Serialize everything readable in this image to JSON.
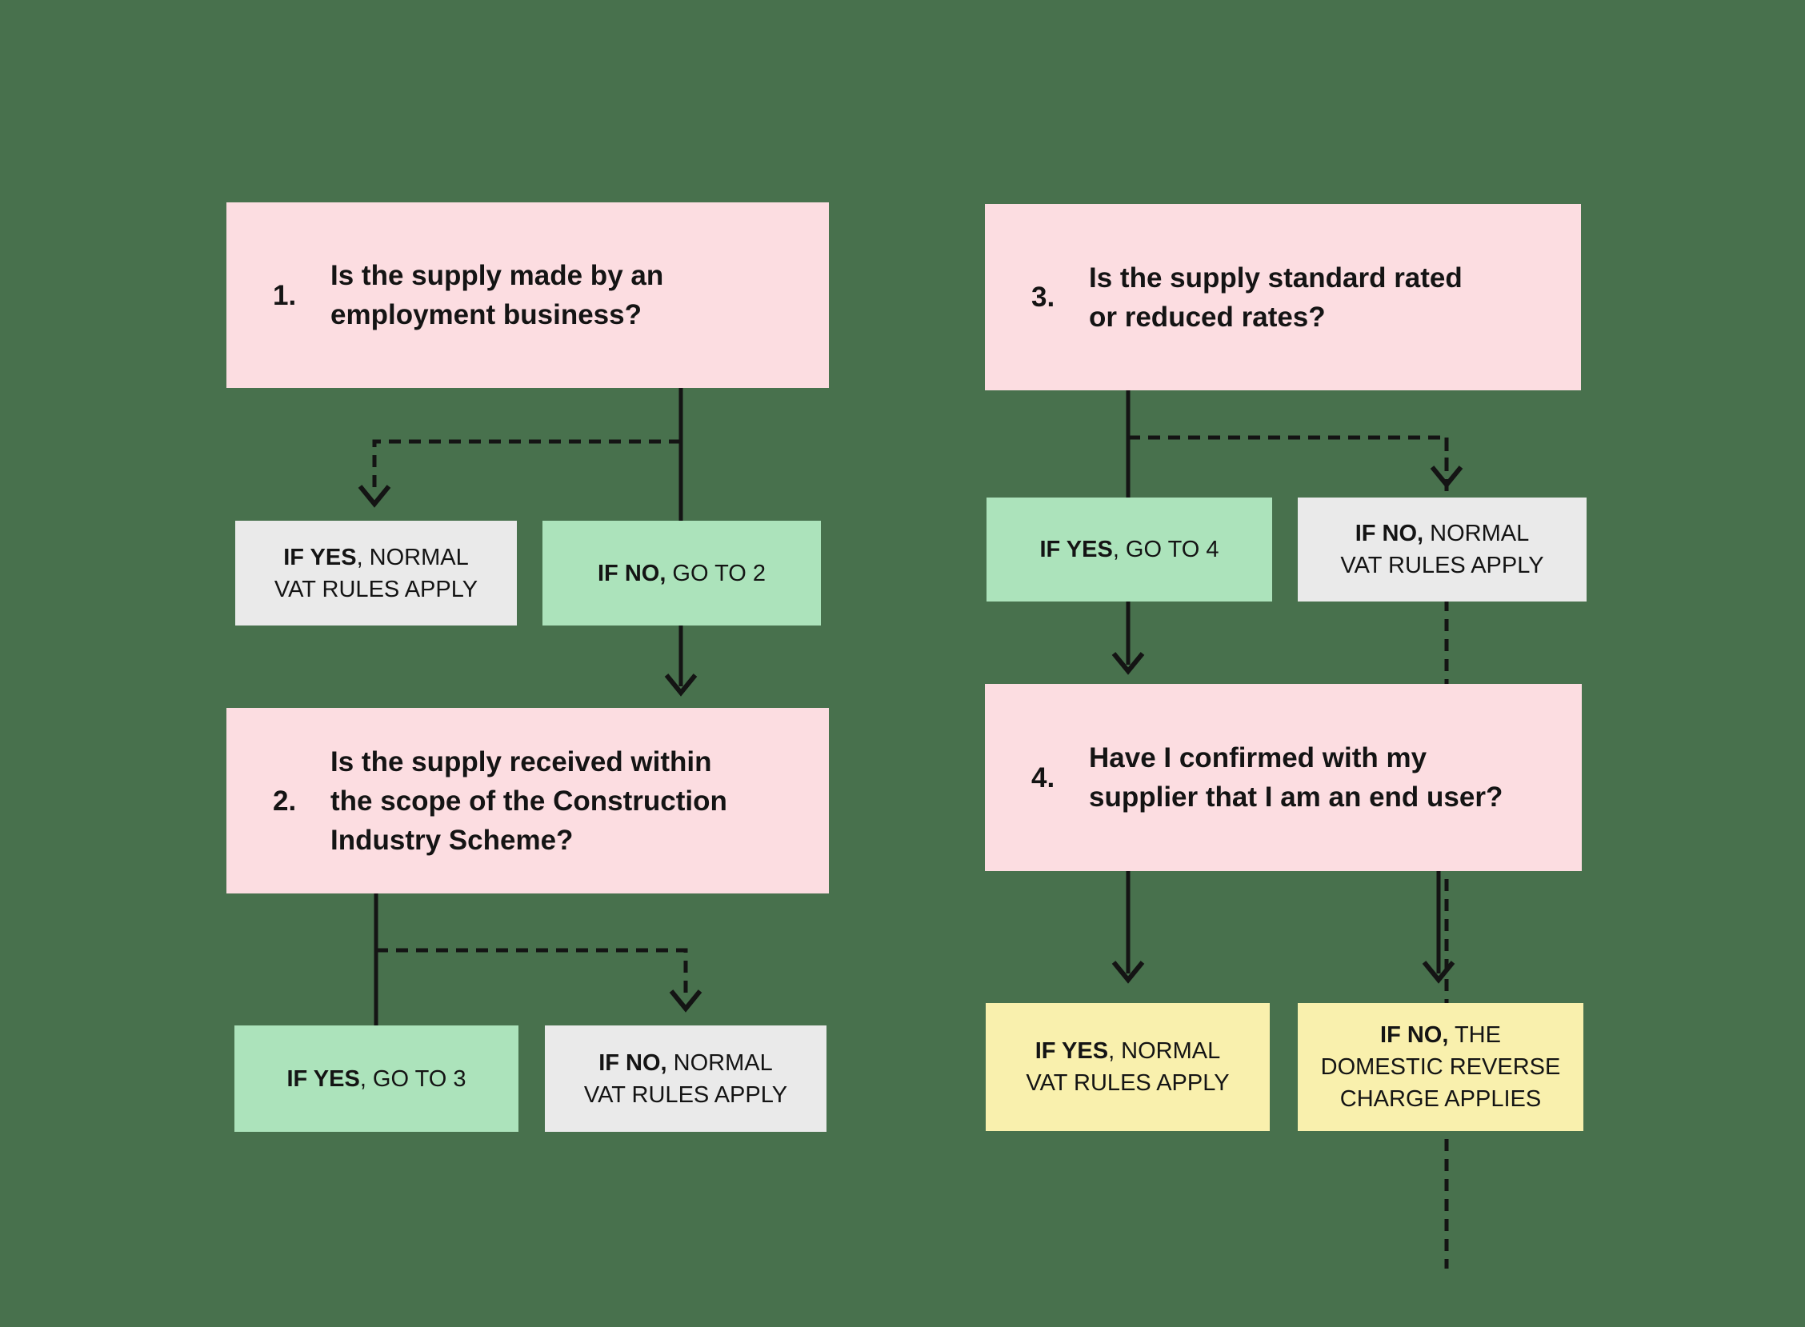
{
  "diagram": {
    "type": "flowchart",
    "topic": "VAT domestic reverse charge decision flow"
  },
  "colors": {
    "background": "#48714D",
    "question_box": "#FCDDE1",
    "go_to_box": "#ACE3BB",
    "normal_vat_box": "#EAEAEA",
    "outcome_box": "#F9F0AD",
    "line_and_text": "#141414"
  },
  "questions": [
    {
      "number": "1.",
      "text": "Is the supply made by an\nemployment business?"
    },
    {
      "number": "2.",
      "text": "Is the supply received within\nthe scope of the Construction\nIndustry Scheme?"
    },
    {
      "number": "3.",
      "text": "Is the supply standard rated\nor reduced rates?"
    },
    {
      "number": "4.",
      "text": "Have I confirmed with my\nsupplier that I am an end user?"
    }
  ],
  "answers": {
    "q1_yes": {
      "strong": "IF YES",
      "rest": ", NORMAL\nVAT RULES APPLY"
    },
    "q1_no": {
      "strong": "IF NO,",
      "rest": " GO TO 2"
    },
    "q2_yes": {
      "strong": "IF YES",
      "rest": ", GO TO 3"
    },
    "q2_no": {
      "strong": "IF NO,",
      "rest": " NORMAL\nVAT RULES APPLY"
    },
    "q3_yes": {
      "strong": "IF YES",
      "rest": ", GO TO 4"
    },
    "q3_no": {
      "strong": "IF NO,",
      "rest": " NORMAL\nVAT RULES APPLY"
    },
    "q4_yes": {
      "strong": "IF YES",
      "rest": ", NORMAL\nVAT RULES APPLY"
    },
    "q4_no": {
      "strong": "IF NO,",
      "rest": " THE\nDOMESTIC REVERSE\nCHARGE APPLIES"
    }
  }
}
